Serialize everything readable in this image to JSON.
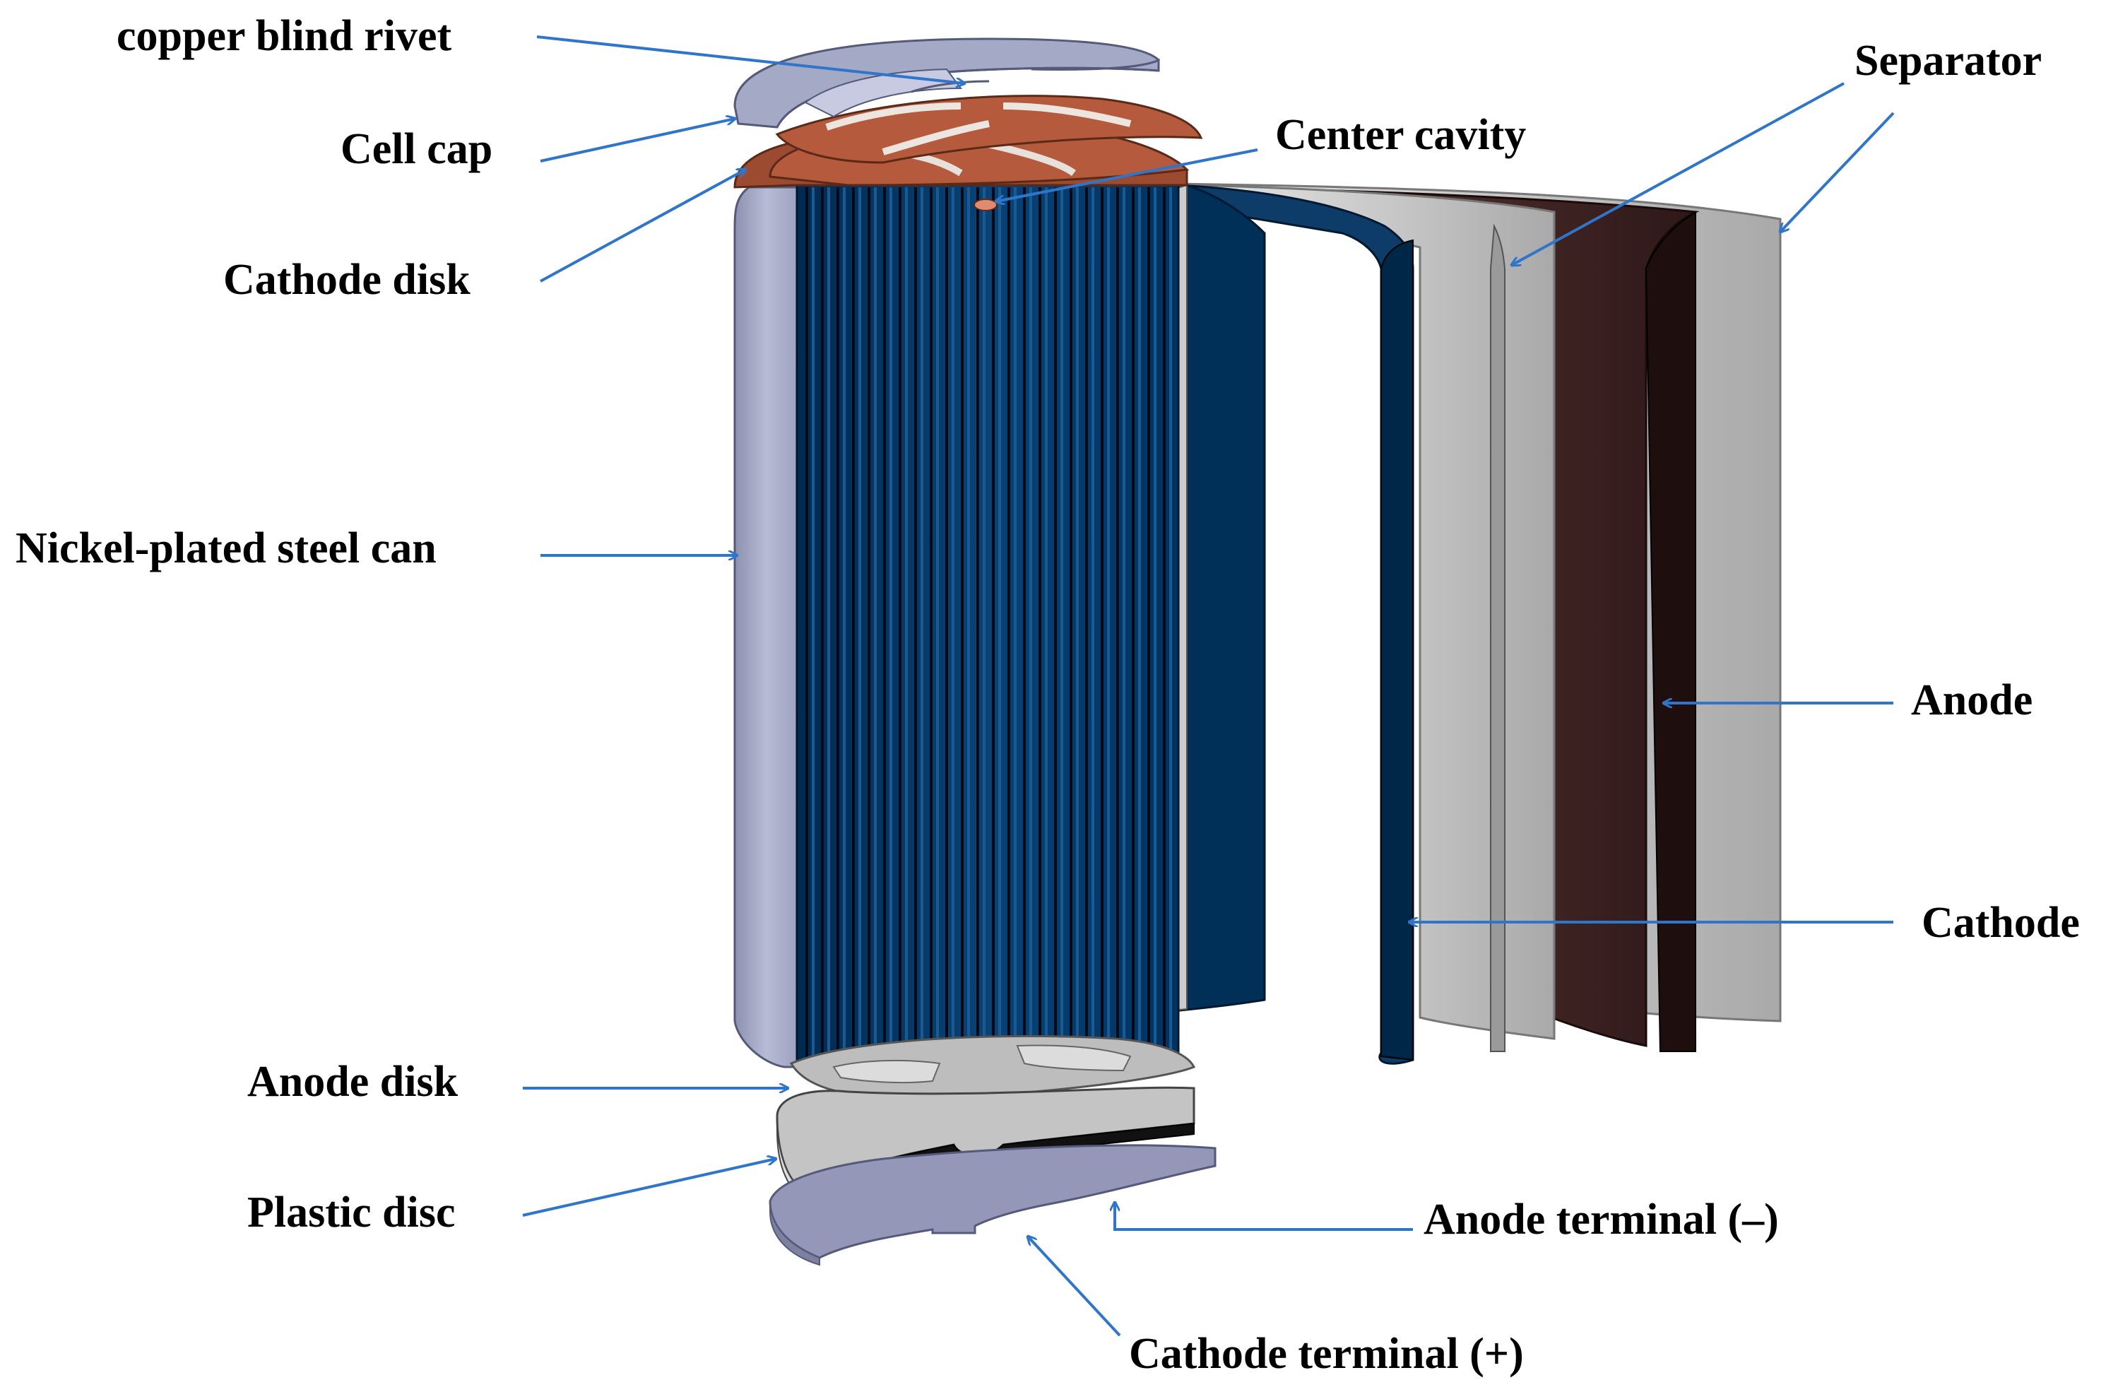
{
  "labels": {
    "copper_blind_rivet": "copper blind rivet",
    "cell_cap": "Cell cap",
    "cathode_disk": "Cathode disk",
    "center_cavity": "Center cavity",
    "separator": "Separator",
    "nickel_plated_steel_can": "Nickel-plated steel can",
    "anode": "Anode",
    "cathode": "Cathode",
    "anode_disk": "Anode disk",
    "plastic_disc": "Plastic disc",
    "anode_terminal": "Anode terminal (–)",
    "cathode_terminal": "Cathode terminal (+)"
  },
  "colors": {
    "arrow": "#2F75C9",
    "can_steel": "#A4A9C6",
    "copper_cap": "#B55A3C",
    "cathode_sheet": "#00335E",
    "anode_sheet": "#3B2020",
    "separator_sheet": "#C9C9C9",
    "terminal_plate": "#9497B7"
  }
}
